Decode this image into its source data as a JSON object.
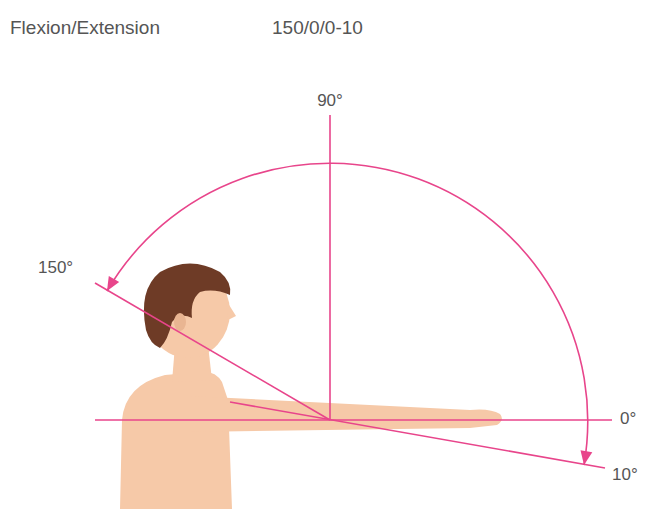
{
  "diagram": {
    "title": "Flexion/Extension",
    "labels": [
      "150/0/0-10",
      "90°",
      "150°",
      "0°",
      "10°"
    ]
  }
}
